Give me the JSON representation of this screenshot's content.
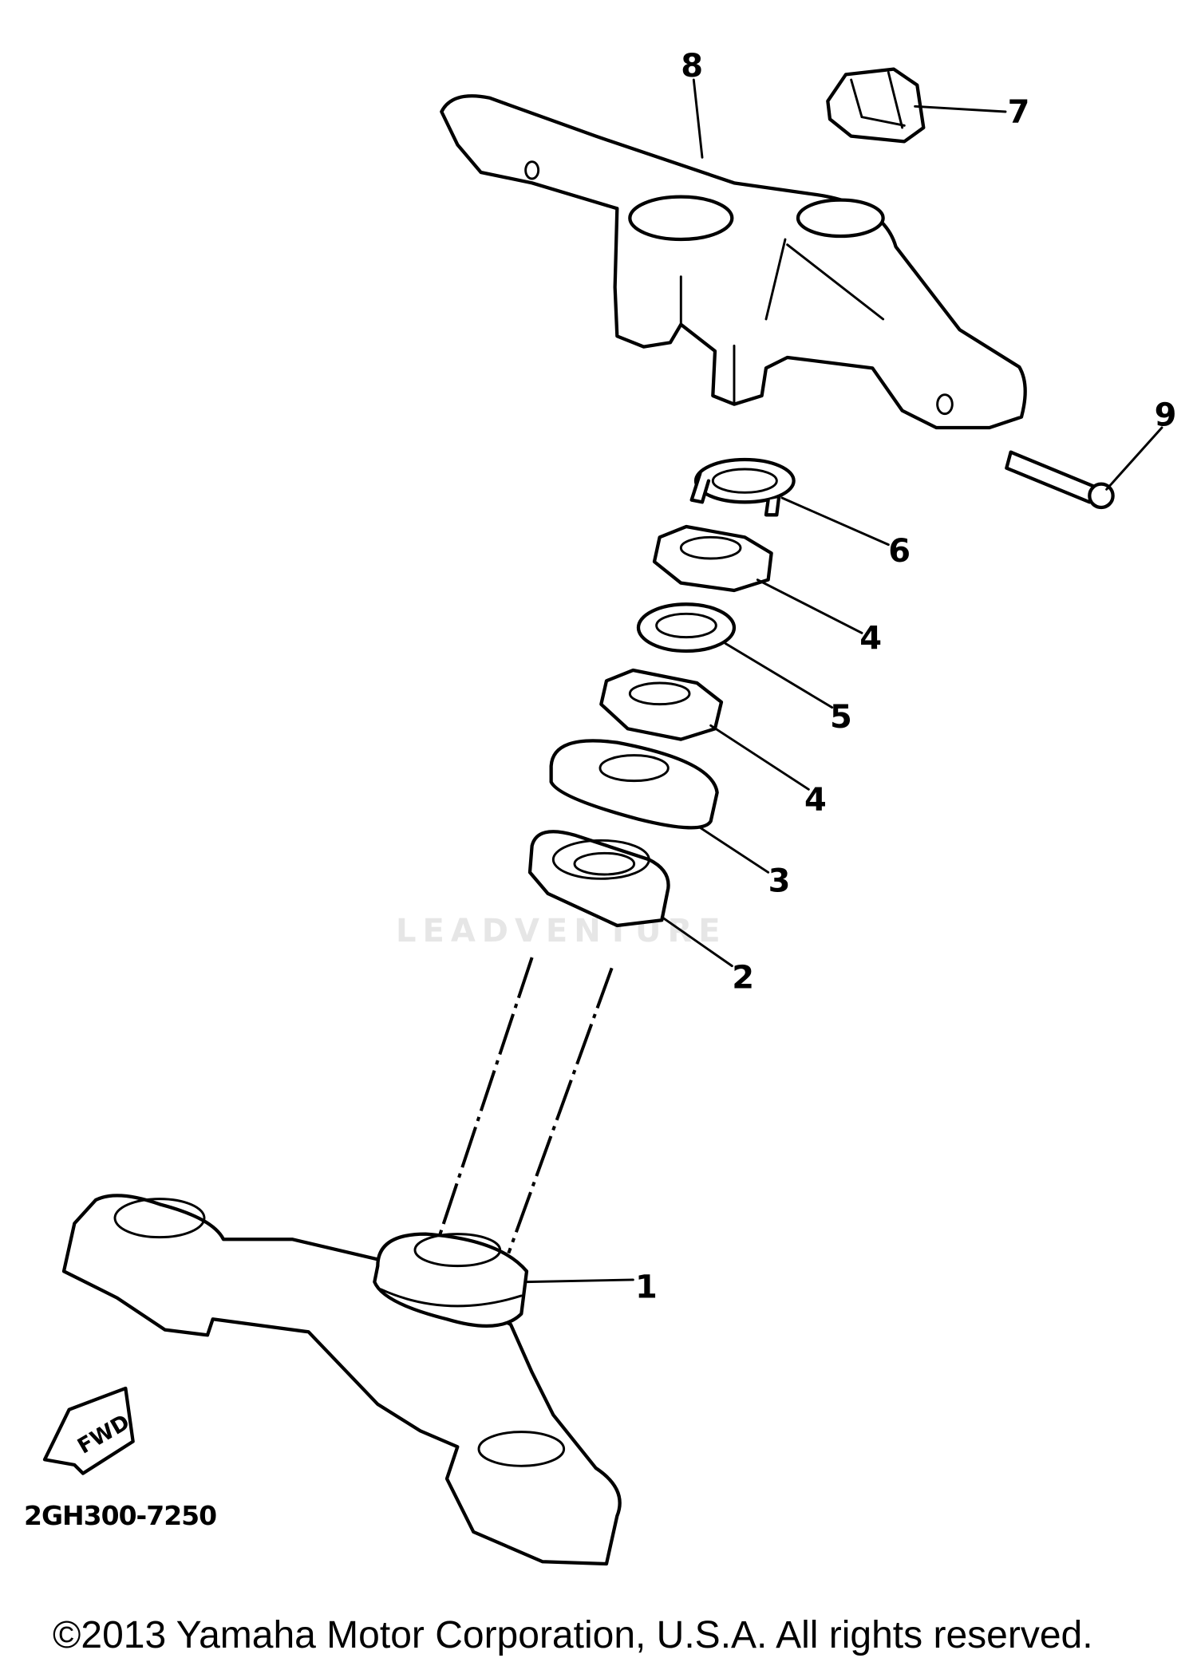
{
  "diagram": {
    "part_labels": [
      "8",
      "7",
      "9",
      "6",
      "4",
      "5",
      "4",
      "3",
      "2",
      "1"
    ],
    "fwd_label": "FWD",
    "diagram_code": "2GH300-7250",
    "watermark": "LEADVENTURE",
    "copyright": "©2013 Yamaha Motor Corporation, U.S.A. All rights reserved."
  }
}
